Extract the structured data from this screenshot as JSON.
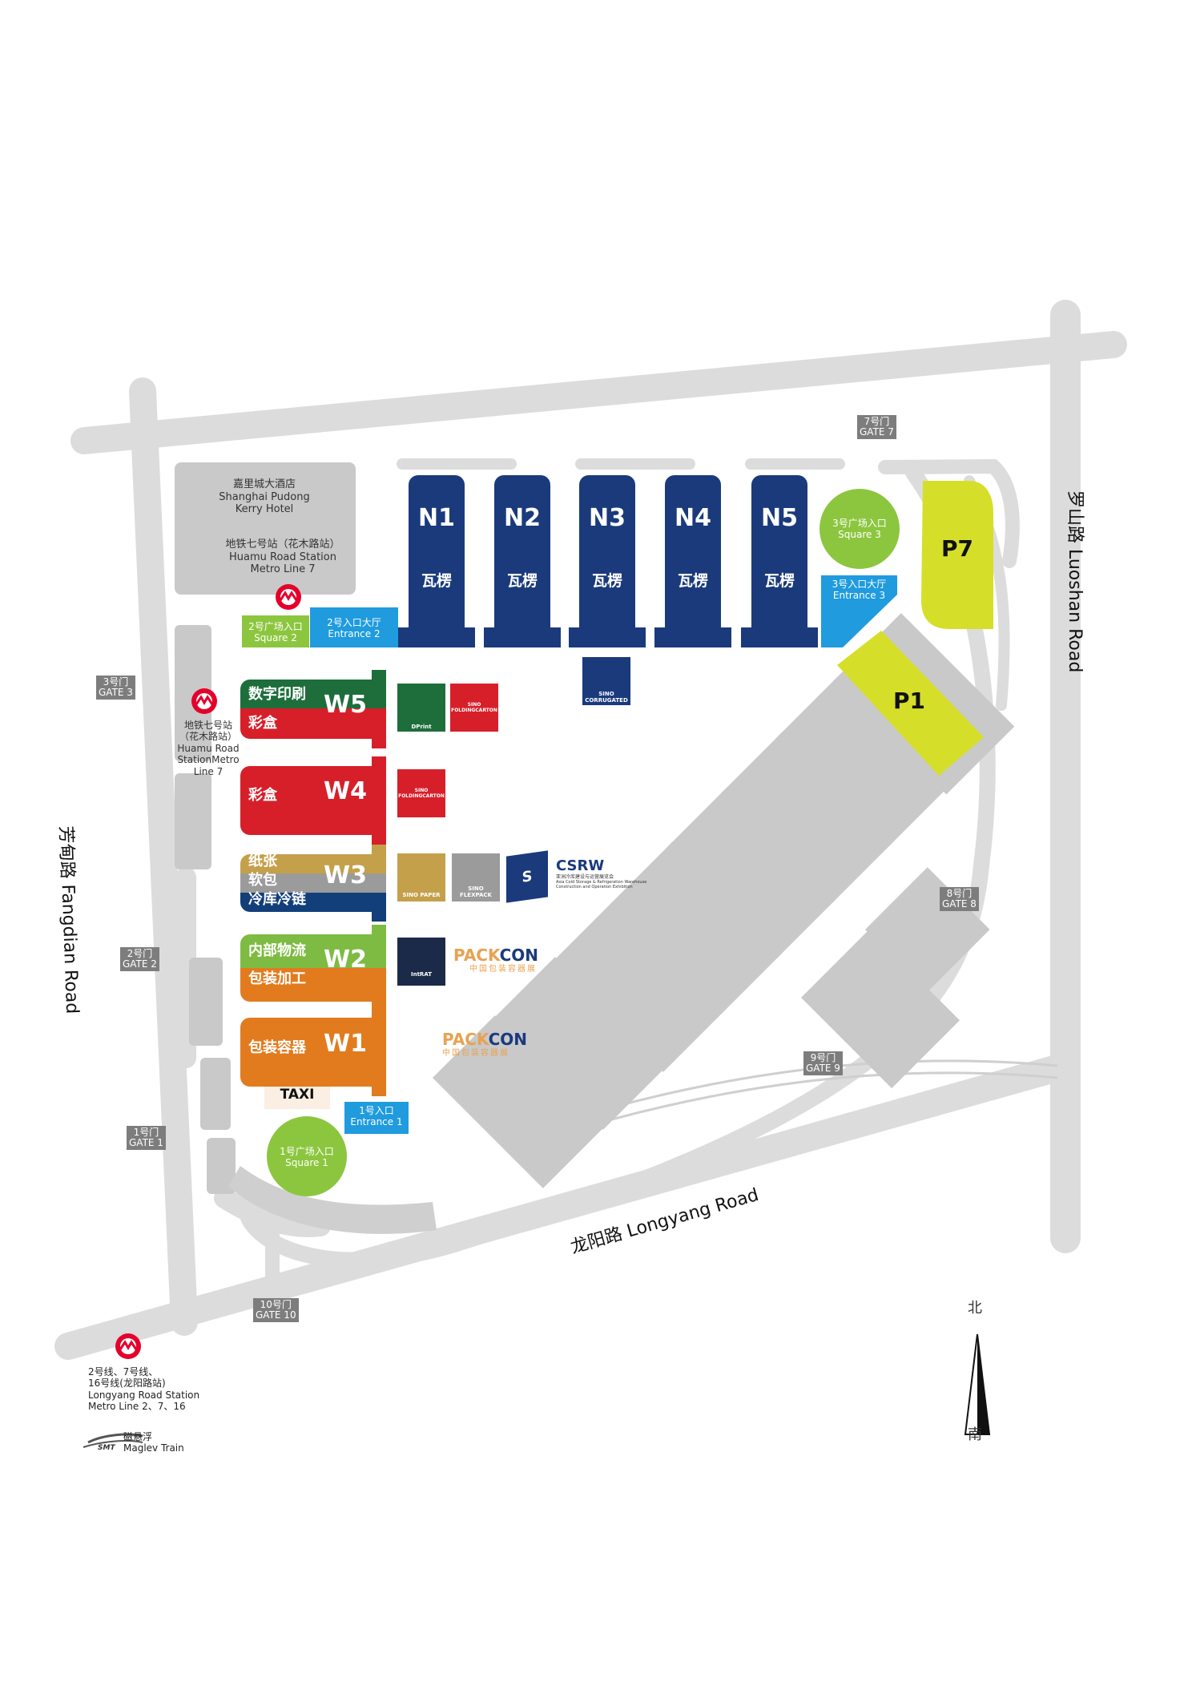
{
  "roads": {
    "fangdian": "芳甸路 Fangdian Road",
    "luoshan": "罗山路 Luoshan Road",
    "longyang": "龙阳路 Longyang Road"
  },
  "hotel": {
    "cn": "嘉里城大酒店",
    "en1": "Shanghai Pudong",
    "en2": "Kerry Hotel"
  },
  "metro_top": {
    "cn": "地铁七号站（花木路站）",
    "en1": "Huamu Road Station",
    "en2": "Metro Line 7"
  },
  "metro_left": {
    "cn1": "地铁七号站",
    "cn2": "（花木路站）",
    "en1": "Huamu Road",
    "en2": "StationMetro",
    "en3": "Line 7"
  },
  "metro_bottom": {
    "l1": "2号线、7号线、",
    "l2": "16号线(龙阳路站)",
    "l3": "Longyang Road Station",
    "l4": "Metro Line 2、7、16"
  },
  "maglev": {
    "brand": "SMT",
    "cn": "磁悬浮",
    "en": "Maglev Train"
  },
  "gates": [
    {
      "cn": "1号门",
      "en": "GATE 1"
    },
    {
      "cn": "2号门",
      "en": "GATE 2"
    },
    {
      "cn": "3号门",
      "en": "GATE 3"
    },
    {
      "cn": "7号门",
      "en": "GATE 7"
    },
    {
      "cn": "8号门",
      "en": "GATE 8"
    },
    {
      "cn": "9号门",
      "en": "GATE 9"
    },
    {
      "cn": "10号门",
      "en": "GATE 10"
    }
  ],
  "squares": [
    {
      "cn": "1号广场入口",
      "en": "Square 1"
    },
    {
      "cn": "2号广场入口",
      "en": "Square 2"
    },
    {
      "cn": "3号广场入口",
      "en": "Square 3"
    }
  ],
  "entrances": [
    {
      "cn": "1号入口",
      "en": "Entrance 1"
    },
    {
      "cn": "2号入口大厅",
      "en": "Entrance 2"
    },
    {
      "cn": "3号入口大厅",
      "en": "Entrance 3"
    }
  ],
  "taxi": "TAXI",
  "north_halls": [
    {
      "code": "N1",
      "cn": "瓦楞"
    },
    {
      "code": "N2",
      "cn": "瓦楞"
    },
    {
      "code": "N3",
      "cn": "瓦楞"
    },
    {
      "code": "N4",
      "cn": "瓦楞"
    },
    {
      "code": "N5",
      "cn": "瓦楞"
    }
  ],
  "parking": {
    "p1": "P1",
    "p7": "P7"
  },
  "west_halls": {
    "w5": {
      "code": "W5",
      "t1": "数字印刷",
      "t2": "彩盒"
    },
    "w4": {
      "code": "W4",
      "t1": "彩盒"
    },
    "w3": {
      "code": "W3",
      "t1": "纸张",
      "t2": "软包",
      "t3": "冷库冷链"
    },
    "w2": {
      "code": "W2",
      "t1": "内部物流",
      "t2": "包装加工"
    },
    "w1": {
      "code": "W1",
      "t1": "包装容器"
    }
  },
  "logos": {
    "corrugated": "SINO CORRUGATED",
    "dprint": "DPrint",
    "folding1": "SINO FOLDINGCARTON",
    "folding2": "SINO FOLDINGCARTON",
    "papers": "SINO PAPER",
    "flexpack": "SINO FLEXPACK",
    "csrw": "CSRW",
    "csrw_sub1": "亚洲冷库建设与运营展览会",
    "csrw_sub2": "Asia Cold Storage & Refrigeration Warehouse",
    "csrw_sub3": "Construction and Operation Exhibition",
    "intralogistics": "IntRAT",
    "packcon1_a": "PACK",
    "packcon1_b": "CON",
    "packcon1_cn": "中国包装容器展",
    "packcon2_a": "PACK",
    "packcon2_b": "CON",
    "packcon2_cn": "中国包装容器展"
  },
  "compass": {
    "north": "北",
    "south": "南"
  },
  "colors": {
    "road": "#dcdcdc",
    "navy": "#1a3a7c",
    "green": "#8cc63f",
    "blue": "#1f9bde",
    "parking": "#d5df29",
    "red": "#d71f2a",
    "darkgreen": "#1e6e3b",
    "gold": "#c4a04b",
    "gray": "#9b9b9b",
    "navy2": "#123f7a",
    "lightgreen": "#7dbb42",
    "orange": "#e27b1e",
    "building": "#c9c9c9",
    "gate": "#7d7d7d",
    "metro": "#e4002b"
  }
}
